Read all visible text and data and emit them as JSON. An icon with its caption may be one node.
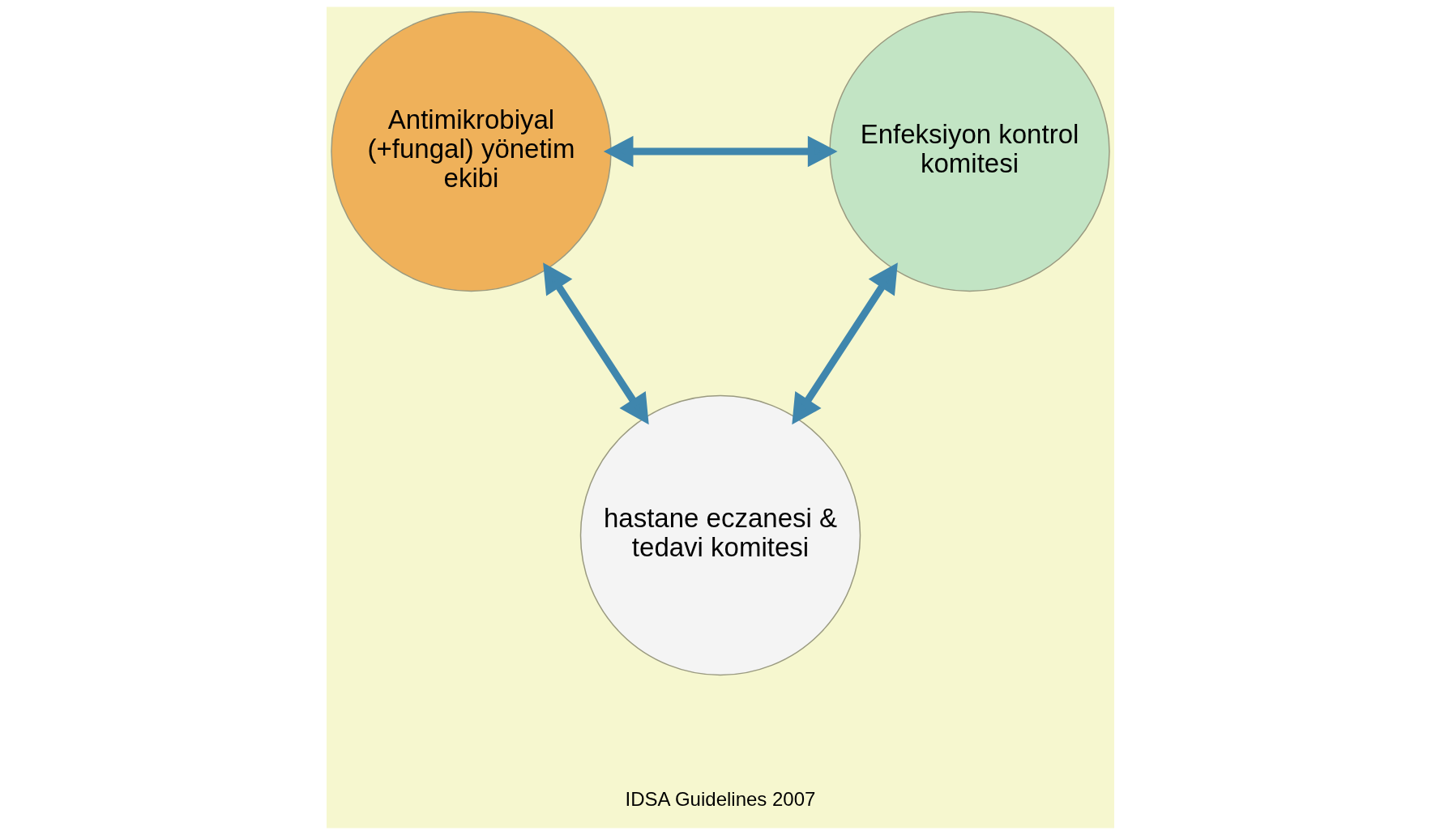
{
  "diagram": {
    "nodes": [
      {
        "text": [
          "Antimikrobiyal (+fungal) yönetim ekibi"
        ]
      },
      {
        "text": [
          "Enfeksiyon kontrol komitesi"
        ]
      },
      {
        "text": [
          "hastane eczanesi & tedavi komitesi"
        ]
      }
    ],
    "edges": [
      {
        "from": 0,
        "to": 1,
        "arrow": "both"
      },
      {
        "from": 0,
        "to": 2,
        "arrow": "both"
      },
      {
        "from": 1,
        "to": 2,
        "arrow": "both"
      }
    ],
    "labels": [
      "IDSA Guidelines 2007"
    ]
  }
}
